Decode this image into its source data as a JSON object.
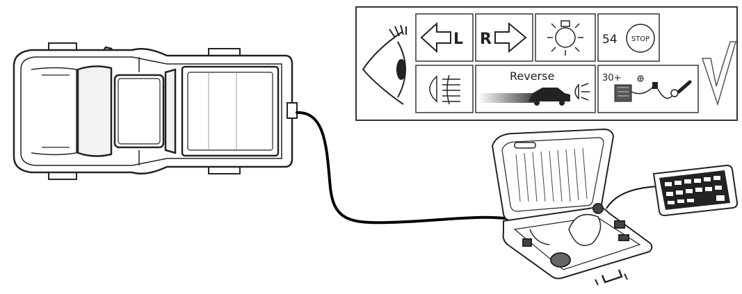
{
  "panel": {
    "turn_left_letter": "L",
    "turn_right_letter": "R",
    "stop_number": "54",
    "stop_label": "STOP",
    "reverse_label": "Reverse",
    "power_label": "30+"
  },
  "colors": {
    "outline": "#222222",
    "cable": "#000000",
    "panel_border": "#333333"
  },
  "icons": [
    "eye-icon",
    "turn-left-icon",
    "turn-right-icon",
    "light-bulb-icon",
    "stop-icon",
    "fog-light-icon",
    "reverse-car-icon",
    "power-supply-icon",
    "checkmark-icon",
    "pickup-truck-icon",
    "test-case-icon",
    "tablet-icon"
  ]
}
